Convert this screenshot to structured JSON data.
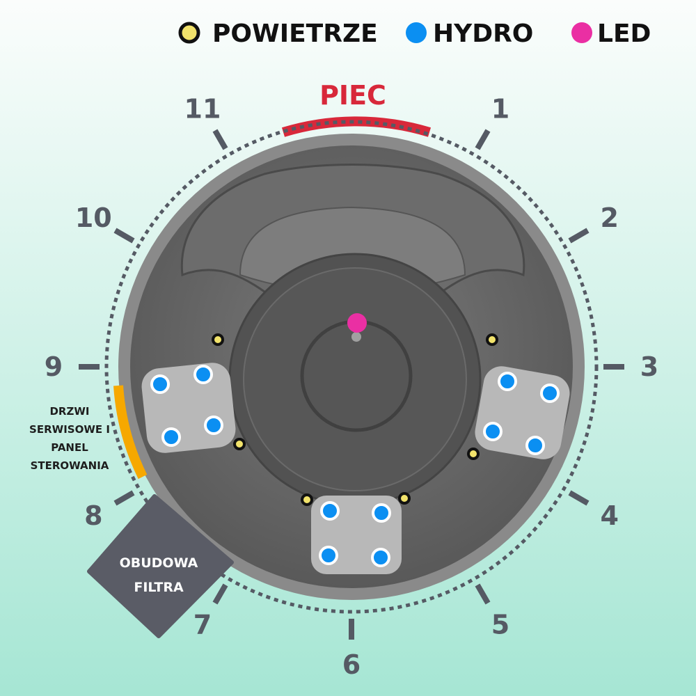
{
  "legend": {
    "air": {
      "label": "POWIETRZE",
      "color": "#f2e36b"
    },
    "hydro": {
      "label": "HYDRO",
      "color": "#0b8ff2"
    },
    "led": {
      "label": "LED",
      "color": "#ea2fa3"
    }
  },
  "heater": {
    "label": "PIEC",
    "color": "#d8283a"
  },
  "service_door": {
    "lines": [
      "DRZWI",
      "SERWISOWE I",
      "PANEL",
      "STEROWANIA"
    ],
    "color": "#f6a800"
  },
  "filter_housing": {
    "lines": [
      "OBUDOWA",
      "FILTRA"
    ],
    "color": "#5a5c66"
  },
  "clock_positions": [
    "1",
    "2",
    "3",
    "4",
    "5",
    "6",
    "7",
    "8",
    "9",
    "10",
    "11"
  ],
  "colors": {
    "background_top": "#fbfdfc",
    "background_bottom": "#a6e6d4",
    "tub_shell": "#8a8a8a",
    "tub_interior": "#5f5f5f",
    "seat_panel": "#b8b8b8",
    "ticks": "#555a64"
  }
}
